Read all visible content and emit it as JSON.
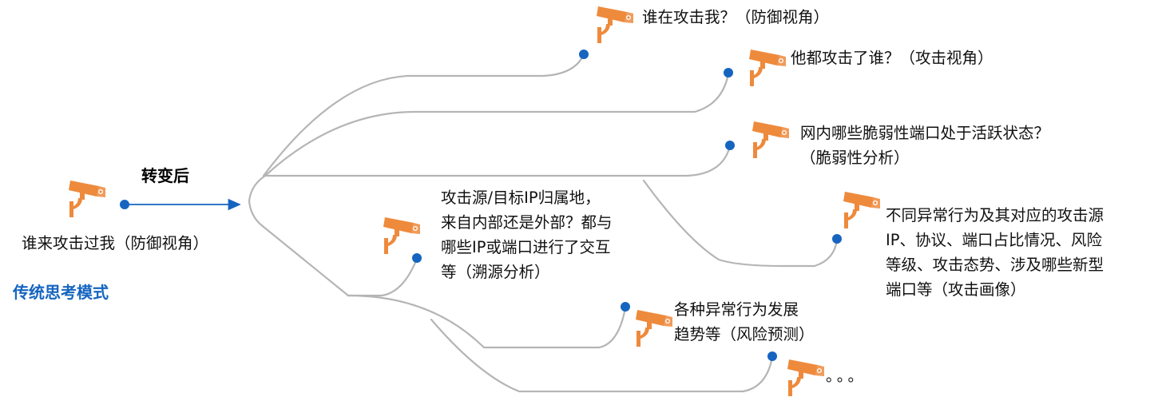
{
  "colors": {
    "camera": "#ee8a3c",
    "camera_dark": "#d9731f",
    "dot": "#1565c0",
    "arrow": "#1565c0",
    "lines": "#b5b5b5",
    "traditional_label": "#1565c0"
  },
  "icons": [
    "camera-icon"
  ],
  "left": {
    "question": "谁来攻击过我（防御视角）",
    "mode_label": "传统思考模式"
  },
  "arrow_label": "转变后",
  "branches": [
    {
      "id": "who-attacks-me",
      "text": "谁在攻击我？（防御视角）"
    },
    {
      "id": "who-he-attacked",
      "text": "他都攻击了谁？（攻击视角）"
    },
    {
      "id": "vulnerable-ports",
      "text": "网内哪些脆弱性端口处于活跃状态？\n（脆弱性分析）"
    },
    {
      "id": "attack-profile",
      "text": "不同异常行为及其对应的攻击源\nIP、协议、端口占比情况、风险\n等级、攻击态势、涉及哪些新型\n端口等（攻击画像）"
    },
    {
      "id": "source-tracing",
      "text": "攻击源/目标IP归属地，\n来自内部还是外部？都与\n哪些IP或端口进行了交互\n等（溯源分析）"
    },
    {
      "id": "risk-prediction",
      "text": "各种异常行为发展\n趋势等（风险预测）"
    },
    {
      "id": "more",
      "text": "。。。"
    }
  ]
}
